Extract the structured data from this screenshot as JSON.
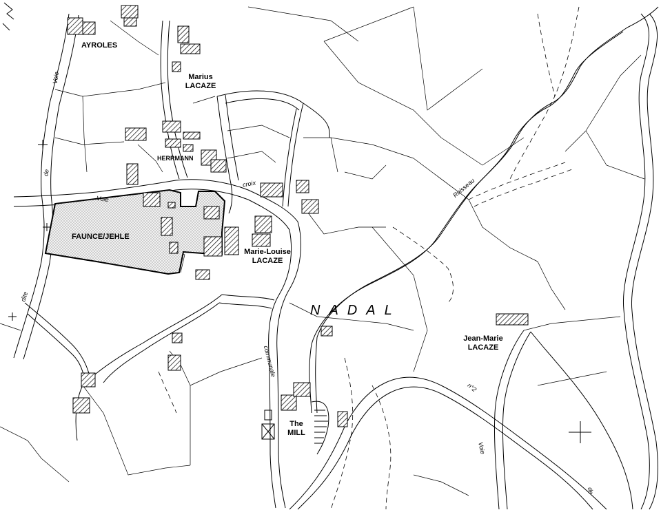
{
  "labels": {
    "ayroles": "AYROLES",
    "marius_first": "Marius",
    "marius_last": "LACAZE",
    "herrmann": "HERRMANN",
    "faunce": "FAUNCE/JEHLE",
    "marie_first": "Marie-Louise",
    "marie_last": "LACAZE",
    "nadal": "NADAL",
    "jean_first": "Jean-Marie",
    "jean_last": "LACAZE",
    "mill_1": "The",
    "mill_2": "MILL"
  },
  "road_labels": {
    "voie_upper": "Voie",
    "voie_left": "Voie",
    "croix": "croix",
    "communale": "communale",
    "ruisseau": "Ruisseau",
    "voie_right": "Voie",
    "no": "n°2",
    "de": "de",
    "dite": "dite",
    "de_left": "de"
  },
  "colors": {
    "ink": "#000000",
    "paper": "#ffffff",
    "highlight_fill": "#e8e8e8"
  }
}
